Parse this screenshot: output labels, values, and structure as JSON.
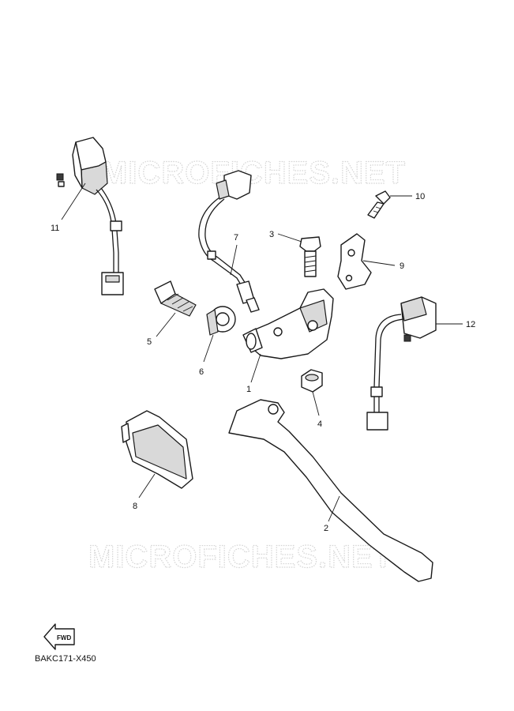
{
  "watermark": "MICROFICHES.NET",
  "diagram_code": "BAKC171-X450",
  "fwd_label": "FWD",
  "callouts": {
    "c1": "1",
    "c2": "2",
    "c3": "3",
    "c4": "4",
    "c5": "5",
    "c6": "6",
    "c7": "7",
    "c8": "8",
    "c9": "9",
    "c10": "10",
    "c11": "11",
    "c12": "12"
  }
}
